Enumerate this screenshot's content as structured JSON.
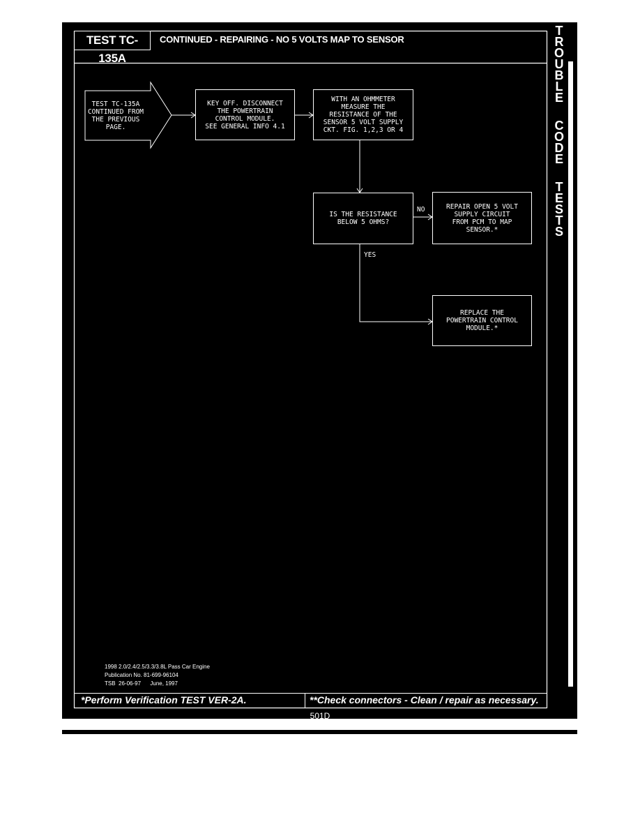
{
  "header": {
    "test_id": "TEST TC-135A",
    "title": "CONTINUED - REPAIRING - NO 5 VOLTS MAP TO SENSOR"
  },
  "side_tab": {
    "letters": [
      "T",
      "R",
      "O",
      "U",
      "B",
      "L",
      "E",
      "",
      "C",
      "O",
      "D",
      "E",
      "",
      "T",
      "E",
      "S",
      "T",
      "S"
    ]
  },
  "flowchart": {
    "start": {
      "lines": [
        "TEST TC-135A",
        "CONTINUED FROM",
        "THE PREVIOUS",
        "PAGE."
      ]
    },
    "step1": {
      "lines": [
        "KEY OFF. DISCONNECT",
        "THE POWERTRAIN",
        "CONTROL MODULE.",
        "",
        "SEE GENERAL INFO 4.1"
      ]
    },
    "step2": {
      "lines": [
        "WITH AN OHMMETER",
        "MEASURE THE",
        "RESISTANCE OF THE",
        "SENSOR 5 VOLT SUPPLY",
        "CKT. FIG. 1,2,3 OR 4"
      ]
    },
    "decision": {
      "lines": [
        "IS THE RESISTANCE",
        "BELOW 5 OHMS?"
      ]
    },
    "no_label": "NO",
    "yes_label": "YES",
    "no_action": {
      "lines": [
        "REPAIR OPEN 5 VOLT",
        "SUPPLY CIRCUIT",
        "FROM PCM TO MAP",
        "SENSOR.*"
      ]
    },
    "yes_action": {
      "lines": [
        "REPLACE THE",
        "POWERTRAIN CONTROL",
        "MODULE.*"
      ]
    }
  },
  "publication": {
    "lines": [
      "1998 2.0/2.4/2.5/3.3/3.8L Pass Car Engine",
      "Publication No. 81-699-96104",
      "TSB  26-06-97      June, 1997"
    ]
  },
  "footer": {
    "left": "*Perform Verification TEST VER-2A.",
    "right": "**Check connectors - Clean / repair as necessary."
  },
  "page_number": "501D"
}
